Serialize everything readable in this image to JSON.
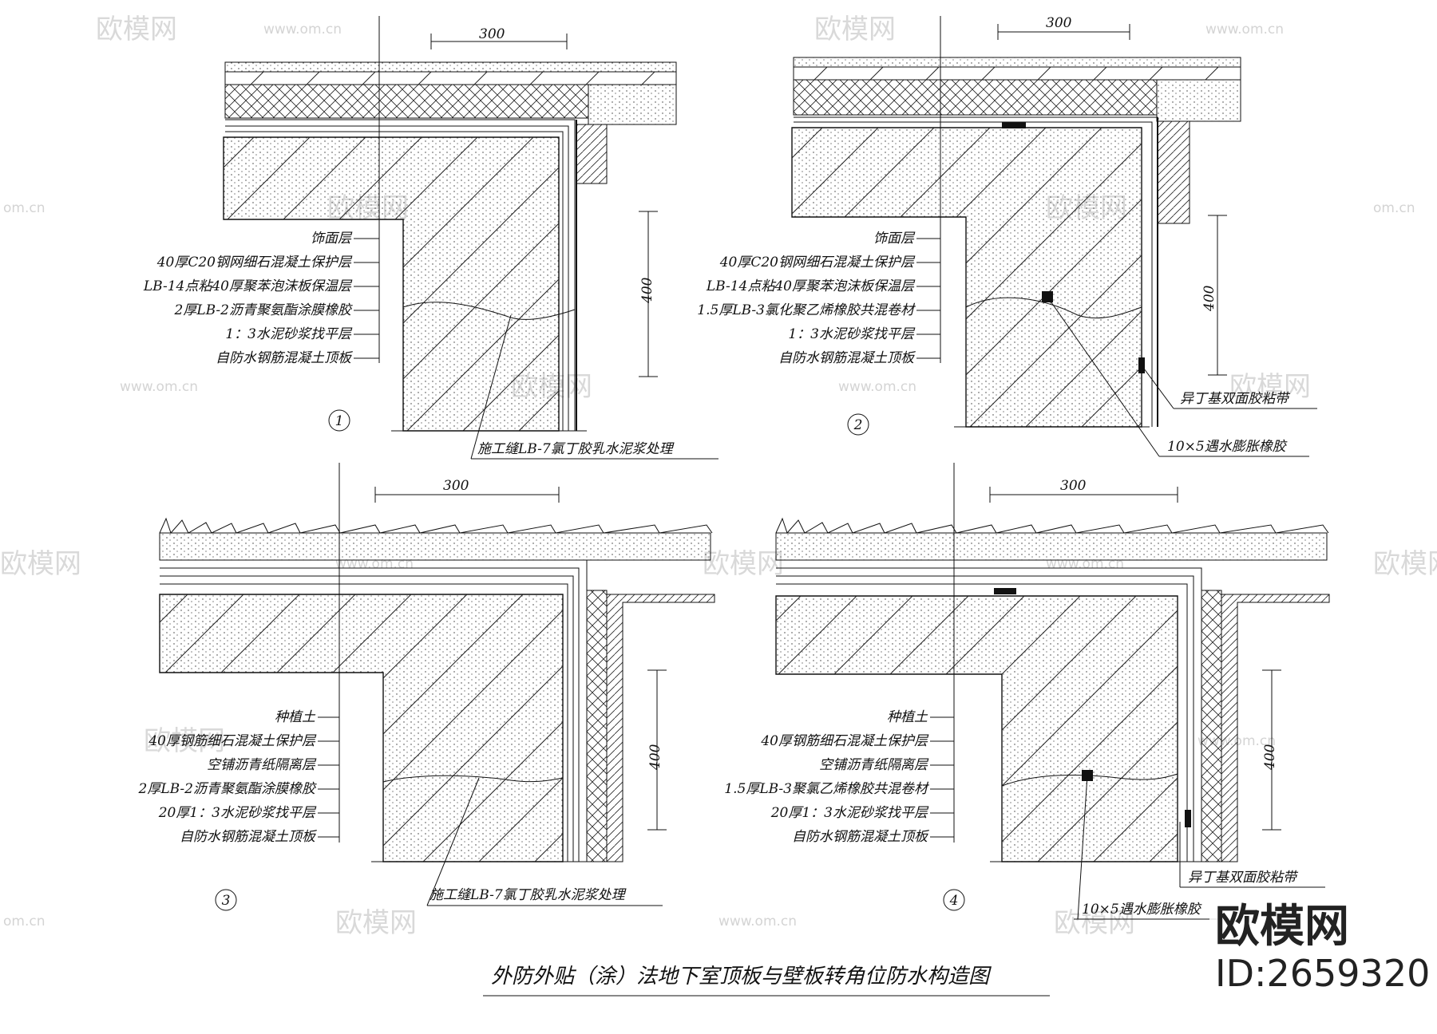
{
  "watermark": {
    "text": "欧模网",
    "url": "www.om.cn",
    "short_url": "om.cn"
  },
  "brand": {
    "logo_text": "欧模网",
    "id_text": "ID:2659320"
  },
  "title": "外防外贴（涂）法地下室顶板与壁板转角位防水构造图",
  "details": [
    {
      "number": "1",
      "dim_top": "300",
      "dim_side": "400",
      "layers": [
        "饰面层",
        "40厚C20钢网细石混凝土保护层",
        "LB-14点粘40厚聚苯泡沫板保温层",
        "2厚LB-2沥青聚氨酯涂膜橡胶",
        "1：3水泥砂浆找平层",
        "自防水钢筋混凝土顶板"
      ],
      "callouts": [
        "施工缝LB-7氯丁胶乳水泥浆处理"
      ]
    },
    {
      "number": "2",
      "dim_top": "300",
      "dim_side": "400",
      "layers": [
        "饰面层",
        "40厚C20钢网细石混凝土保护层",
        "LB-14点粘40厚聚苯泡沫板保温层",
        "1.5厚LB-3氯化聚乙烯橡胶共混卷材",
        "1：3水泥砂浆找平层",
        "自防水钢筋混凝土顶板"
      ],
      "callouts": [
        "异丁基双面胶粘带",
        "10×5遇水膨胀橡胶"
      ]
    },
    {
      "number": "3",
      "dim_top": "300",
      "dim_side": "400",
      "layers": [
        "种植土",
        "40厚钢筋细石混凝土保护层",
        "空铺沥青纸隔离层",
        "2厚LB-2沥青聚氨酯涂膜橡胶",
        "20厚1：3水泥砂浆找平层",
        "自防水钢筋混凝土顶板"
      ],
      "callouts": [
        "施工缝LB-7氯丁胶乳水泥浆处理"
      ]
    },
    {
      "number": "4",
      "dim_top": "300",
      "dim_side": "400",
      "layers": [
        "种植土",
        "40厚钢筋细石混凝土保护层",
        "空铺沥青纸隔离层",
        "1.5厚LB-3聚氯乙烯橡胶共混卷材",
        "20厚1：3水泥砂浆找平层",
        "自防水钢筋混凝土顶板"
      ],
      "callouts": [
        "异丁基双面胶粘带",
        "10×5遇水膨胀橡胶"
      ]
    }
  ]
}
